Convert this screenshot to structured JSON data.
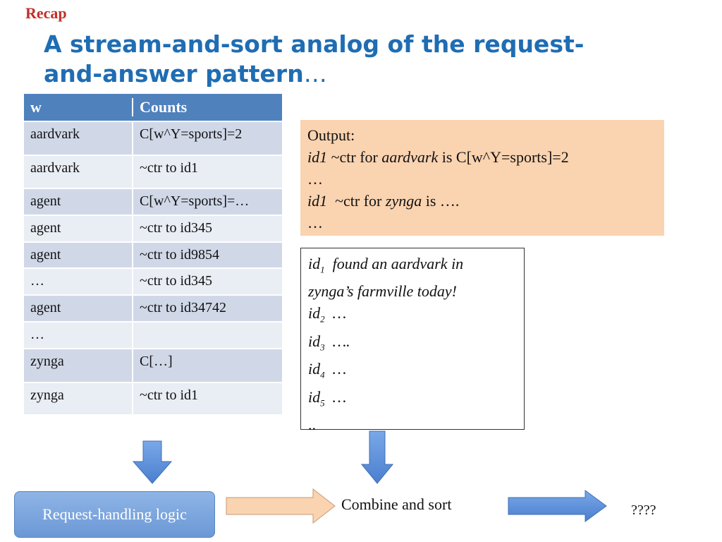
{
  "header": {
    "recap": "Recap",
    "title": "A stream-and-sort analog of the request-and-answer pattern",
    "title_ellipsis": "…"
  },
  "table": {
    "headers": [
      "w",
      "Counts"
    ],
    "rows": [
      [
        "aardvark",
        "C[w^Y=sports]=2"
      ],
      [
        "aardvark",
        "~ctr to id1"
      ],
      [
        "agent",
        "C[w^Y=sports]=…"
      ],
      [
        "agent",
        "~ctr to id345"
      ],
      [
        "agent",
        "~ctr to id9854"
      ],
      [
        "…",
        "~ctr to id345"
      ],
      [
        "agent",
        "~ctr to id34742"
      ],
      [
        "…",
        ""
      ],
      [
        "zynga",
        "C[…]"
      ],
      [
        "zynga",
        "~ctr to id1"
      ]
    ]
  },
  "output": {
    "label": "Output:",
    "l1_id": "id1",
    "l1_mid": " ~ctr for ",
    "l1_word": "aardvark",
    "l1_end": " is C[w^Y=sports]=2",
    "l2": "…",
    "l3_id": "id1",
    "l3_mid": "  ~ctr for ",
    "l3_word": "zynga",
    "l3_end": " is ….",
    "l4": "…"
  },
  "docs": {
    "d1_pre": "id",
    "d1_sub": "1",
    "d1_text": "  found an aardvark in",
    "d1_cont": "zynga’s farmville today!",
    "d2_sub": "2",
    "d2_text": "  …",
    "d3_sub": "3",
    "d3_text": "  ….",
    "d4_sub": "4",
    "d4_text": "  …",
    "d5_sub": "5",
    "d5_text": "  …",
    "d6": ".."
  },
  "flow": {
    "request_handling": "Request-handling logic",
    "combine": "Combine and sort",
    "unknown": "????"
  },
  "colors": {
    "recap": "#c0302a",
    "title": "#1f6db3",
    "table_header": "#4f81bd",
    "table_row": "#d0d8e8",
    "table_row_alt": "#e9edf4",
    "output_bg": "#fad3b0",
    "arrow_blue": "#5b8fd6",
    "arrow_peach": "#fad3b0"
  }
}
